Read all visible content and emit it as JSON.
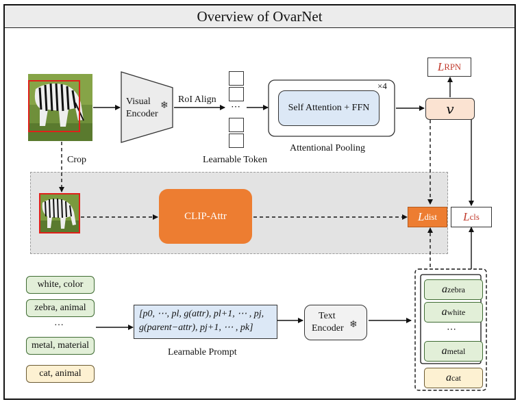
{
  "title": "Overview of OvarNet",
  "visual_encoder": {
    "line1": "Visual",
    "line2": "Encoder"
  },
  "roi_align": "RoI Align",
  "ellipsis": "⋯",
  "learnable_token": "Learnable Token",
  "self_attention": "Self Attention + FFN",
  "times4": "×4",
  "attentional_pooling": "Attentional Pooling",
  "v_symbol": "𝑣",
  "l_rpn": {
    "base": "L",
    "sub": "RPN"
  },
  "l_dist": {
    "base": "L",
    "sub": "dist"
  },
  "l_cls": {
    "base": "L",
    "sub": "cls"
  },
  "crop": "Crop",
  "clip_attr": "CLIP-Attr",
  "prompt_inputs": [
    "white, color",
    "zebra, animal",
    "…",
    "metal, material"
  ],
  "prompt_extra": "cat, animal",
  "prompt_formula": {
    "line1": "[p0, ⋯, pl, g(attr), pl+1, ⋯ , pj,",
    "line2": "g(parent−attr), pj+1, ⋯ , pk]"
  },
  "learnable_prompt": "Learnable Prompt",
  "text_encoder": {
    "line1": "Text",
    "line2": "Encoder"
  },
  "attr_embeddings": [
    {
      "base": "a",
      "sub": "zebra"
    },
    {
      "base": "a",
      "sub": "white"
    },
    {
      "base": "⋯",
      "sub": ""
    },
    {
      "base": "a",
      "sub": "metal"
    }
  ],
  "attr_extra": {
    "base": "a",
    "sub": "cat"
  },
  "snowflake": "❄",
  "colors": {
    "orange": "#ed7d31",
    "blue_fill": "#dce8f6",
    "green_fill": "#e2efd8",
    "cream_fill": "#fdf1d2",
    "peach_fill": "#fbe3d2",
    "label_red": "#c0392b"
  }
}
